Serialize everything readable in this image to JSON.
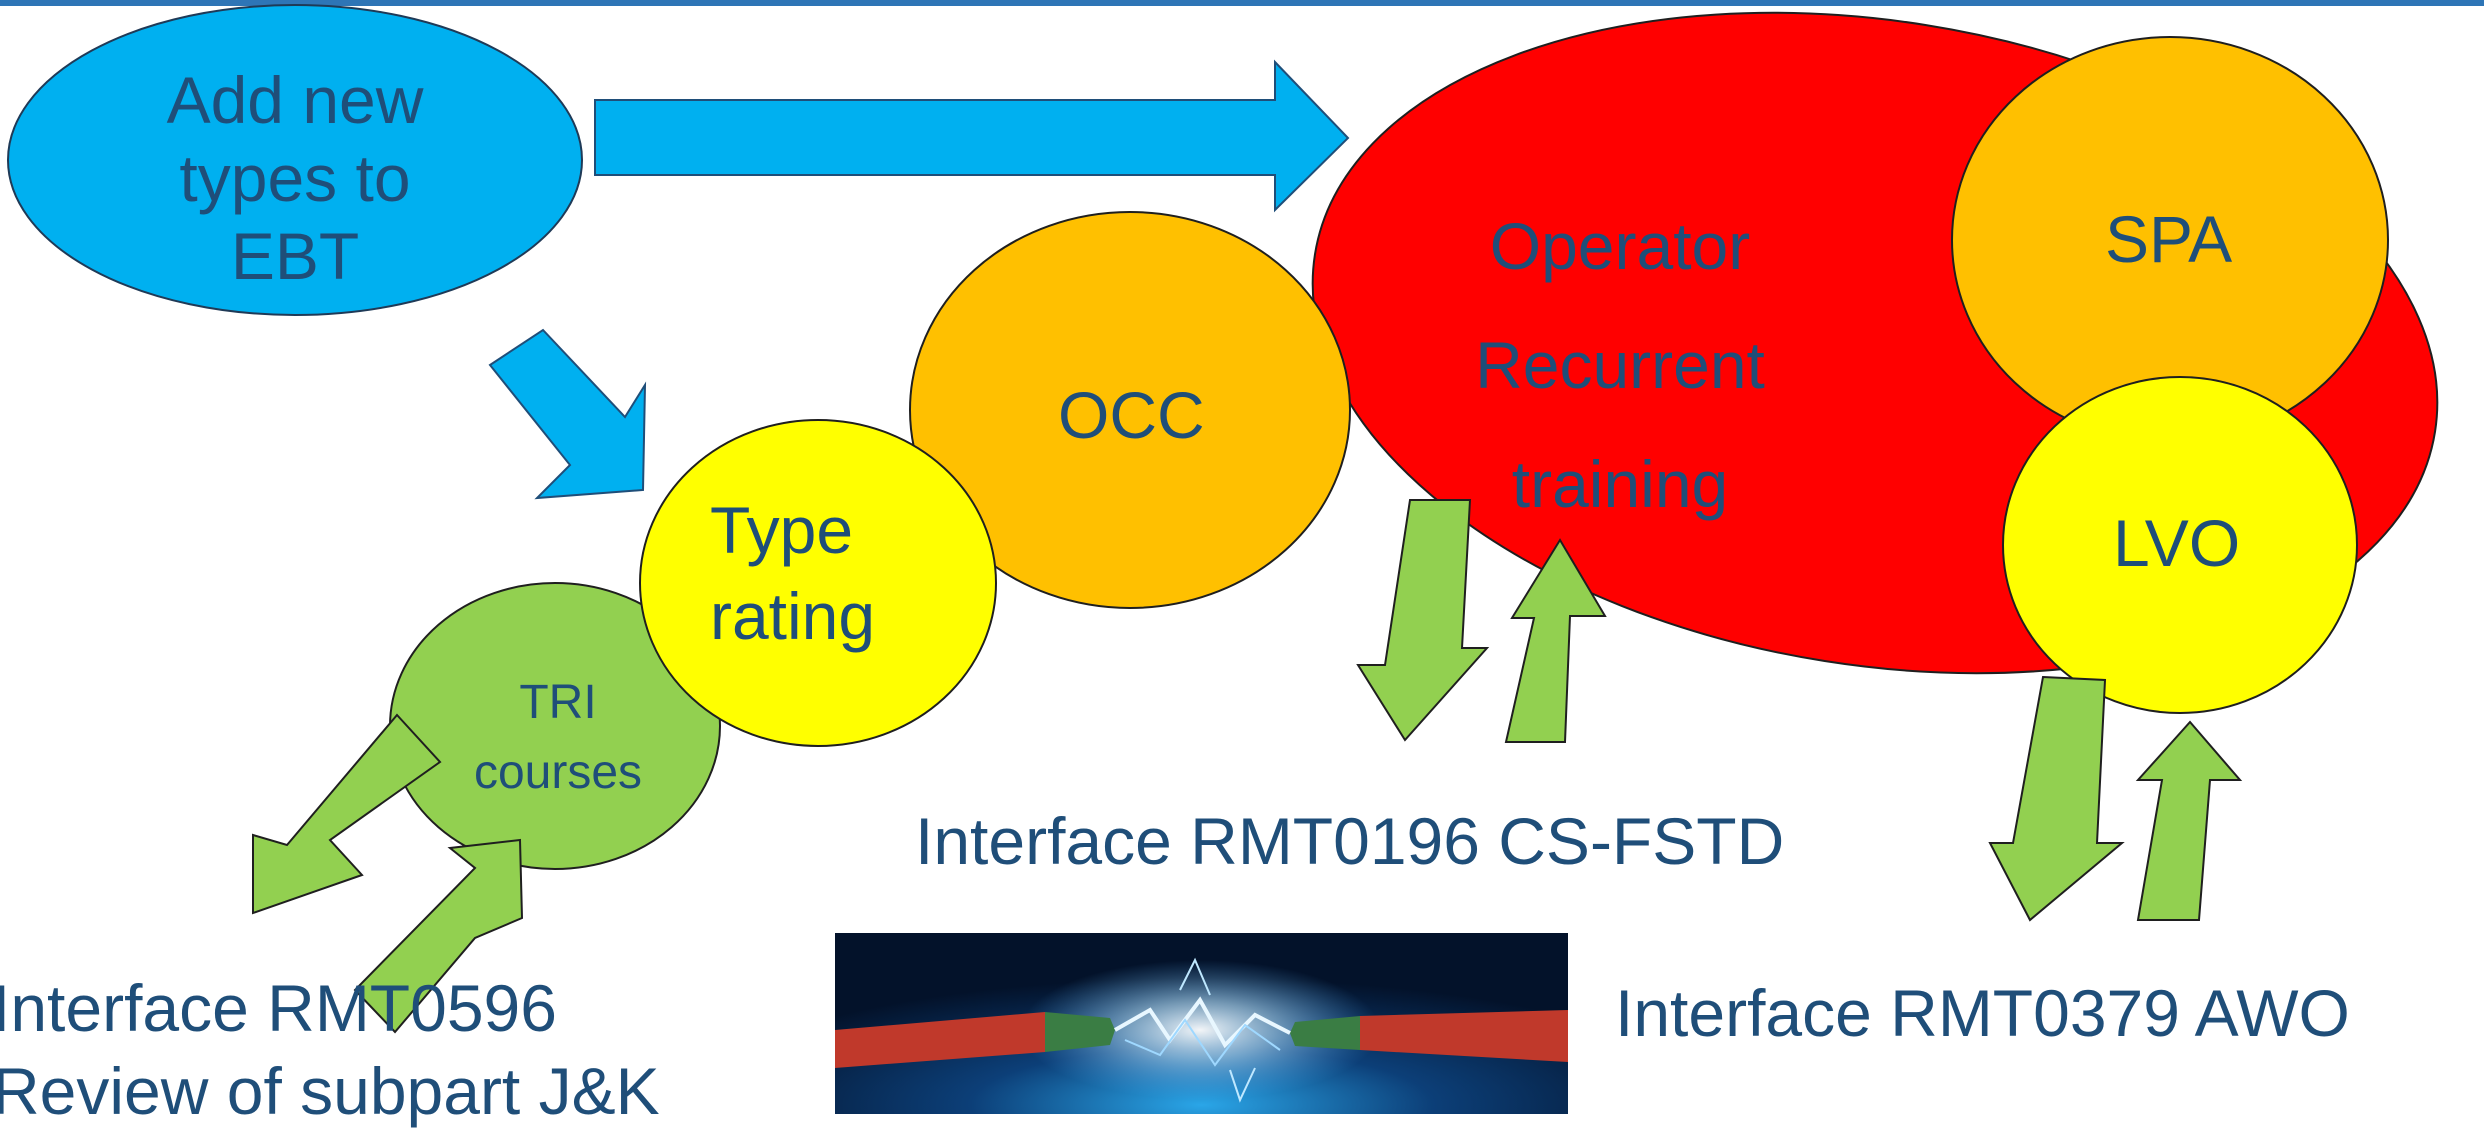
{
  "nodes": {
    "add_new_types": "Add new types to EBT",
    "occ": "OCC",
    "operator_recurrent": "Operator Recurrent training",
    "spa": "SPA",
    "lvo": "LVO",
    "type_rating": "Type rating",
    "tri_courses": "TRI courses"
  },
  "interfaces": {
    "rmt0196": "Interface RMT0196 CS-FSTD",
    "rmt0596_line1": "Interface RMT0596",
    "rmt0596_line2": "Review of subpart J&K",
    "rmt0379": "Interface RMT0379 AWO"
  },
  "colors": {
    "top_bar": "#2e75b6",
    "blue_node": "#00b0f0",
    "red_node": "#ff0000",
    "orange_node": "#ffc000",
    "yellow_node": "#ffff00",
    "green_node": "#92d050",
    "text": "#1f4e79"
  },
  "image": {
    "subject": "spark-cable-icon"
  }
}
